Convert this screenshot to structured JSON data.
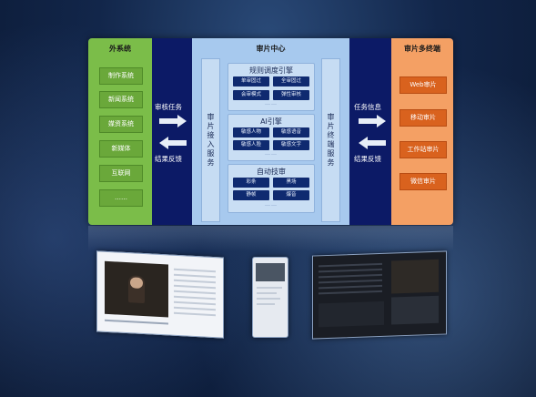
{
  "left": {
    "title": "外系统",
    "items": [
      "制作系统",
      "新闻系统",
      "媒资系统",
      "新媒体",
      "互联网",
      "……"
    ]
  },
  "center": {
    "title": "审片中心",
    "left_bar": [
      "审",
      "片",
      "接",
      "入",
      "服",
      "务"
    ],
    "right_bar": [
      "审",
      "片",
      "终",
      "端",
      "服",
      "务"
    ],
    "engines": [
      {
        "title": "规则调度引擎",
        "chips": [
          "单审固过",
          "全审固过",
          "会审模式",
          "弹性审核"
        ],
        "dots": "……"
      },
      {
        "title": "AI引擎",
        "chips": [
          "敏感人物",
          "敏感语音",
          "敏感人脸",
          "敏感文字"
        ],
        "dots": "……"
      },
      {
        "title": "自动技审",
        "chips": [
          "彩条",
          "黑场",
          "静帧",
          "爆音"
        ],
        "dots": "……"
      }
    ]
  },
  "right": {
    "title": "审片多终端",
    "items": [
      "Web审片",
      "移动审片",
      "工作站审片",
      "微信审片"
    ]
  },
  "arrows": {
    "left_top": "审核任务",
    "left_bottom": "结果反馈",
    "right_top": "任务信息",
    "right_bottom": "结果反馈"
  },
  "colors": {
    "left": "#7bbd49",
    "center": "#a7c9ee",
    "right": "#f4a064",
    "frame": "#0c1a66"
  }
}
